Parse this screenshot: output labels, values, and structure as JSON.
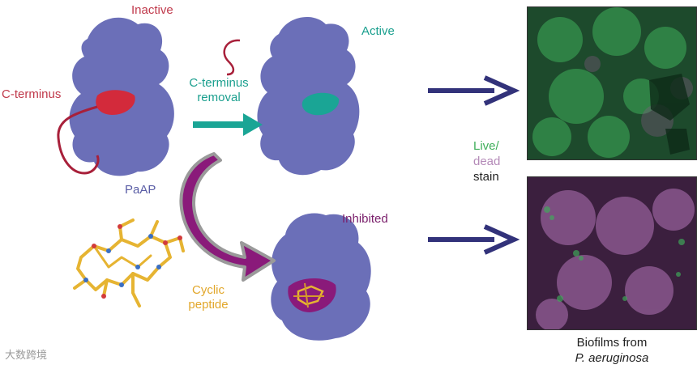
{
  "labels": {
    "inactive": "Inactive",
    "active": "Active",
    "inhibited": "Inhibited",
    "c_terminus": "C-terminus",
    "c_terminus_removal_line1": "C-terminus",
    "c_terminus_removal_line2": "removal",
    "paap": "PaAP",
    "cyclic_line1": "Cyclic",
    "cyclic_line2": "peptide",
    "stain_live": "Live/",
    "stain_dead": "dead",
    "stain_word": "stain",
    "caption_line1": "Biofilms from",
    "caption_line2": "P. aeruginosa",
    "watermark": "大数跨境"
  },
  "colors": {
    "protein": "#6b6fb8",
    "protein_dark": "#5a5ea6",
    "c_terminus_red": "#c02a43",
    "active_site_teal": "#1aa595",
    "inhibited_purple": "#8a1a7a",
    "arrow_navy": "#32327a",
    "arrow_teal": "#1aa595",
    "peptide_gold": "#e6b432",
    "label_red": "#c0394b",
    "label_teal": "#1a9f8e",
    "label_purple": "#7a1f6b",
    "label_protein": "#5b5ea6",
    "label_gold": "#e2a72b",
    "live_green": "#3fae5a",
    "dead_purple": "#b48ab8"
  },
  "icons": {
    "arrow_right": "arrow-right-icon",
    "curved_arrow": "curved-arrow-icon"
  }
}
